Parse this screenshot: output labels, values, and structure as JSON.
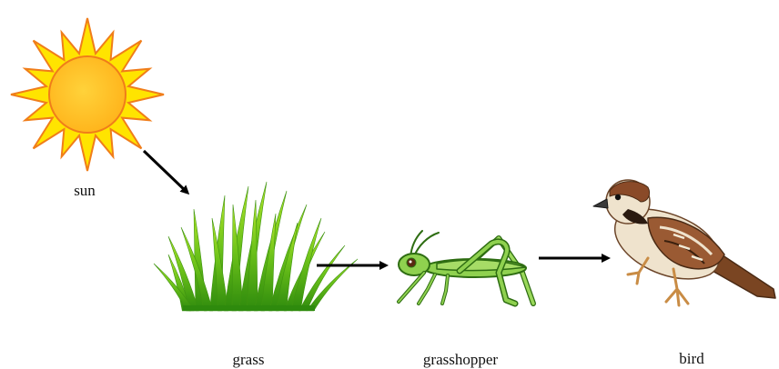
{
  "diagram": {
    "nodes": [
      {
        "id": "sun",
        "label": "sun",
        "icon": "sun-icon"
      },
      {
        "id": "grass",
        "label": "grass",
        "icon": "grass-icon"
      },
      {
        "id": "grasshopper",
        "label": "grasshopper",
        "icon": "grasshopper-icon"
      },
      {
        "id": "bird",
        "label": "bird",
        "icon": "sparrow-icon"
      }
    ],
    "edges": [
      {
        "from": "sun",
        "to": "grass"
      },
      {
        "from": "grass",
        "to": "grasshopper"
      },
      {
        "from": "grasshopper",
        "to": "bird"
      }
    ],
    "colors": {
      "sun_rays": "#ffe400",
      "sun_core": "#ffc21a",
      "sun_outline": "#f07d1a",
      "grass_light": "#9ad81f",
      "grass_dark": "#2e8a0d",
      "grasshopper": "#8fd14f",
      "grasshopper_outline": "#2e6d12",
      "bird_brown": "#9a5a33",
      "bird_cream": "#efe3cd",
      "arrow": "#000000"
    }
  }
}
